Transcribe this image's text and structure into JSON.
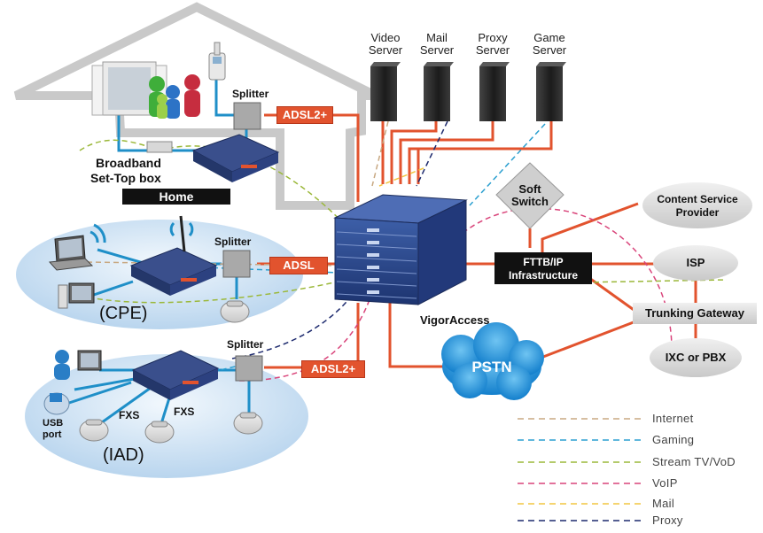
{
  "servers": [
    "Video Server",
    "Mail Server",
    "Proxy Server",
    "Game Server"
  ],
  "home": {
    "label": "Home",
    "settop_line1": "Broadband",
    "settop_line2": "Set-Top box",
    "splitter": "Splitter",
    "link": "ADSL2+"
  },
  "cpe": {
    "label": "(CPE)",
    "splitter": "Splitter",
    "link": "ADSL"
  },
  "iad": {
    "label": "(IAD)",
    "splitter": "Splitter",
    "link": "ADSL2+",
    "usb_line1": "USB",
    "usb_line2": "port",
    "fxs1": "FXS",
    "fxs2": "FXS"
  },
  "core": {
    "vigor": "VigorAccess",
    "soft_line1": "Soft",
    "soft_line2": "Switch",
    "fttb_line1": "FTTB/IP",
    "fttb_line2": "Infrastructure",
    "pstn": "PSTN",
    "csp_line1": "Content Service",
    "csp_line2": "Provider",
    "isp": "ISP",
    "trunk": "Trunking Gateway",
    "ixc": "IXC or PBX"
  },
  "legend": [
    {
      "label": "Internet",
      "color": "#c8a882"
    },
    {
      "label": "Gaming",
      "color": "#2a9fd0"
    },
    {
      "label": "Stream TV/VoD",
      "color": "#9bb83a"
    },
    {
      "label": "VoIP",
      "color": "#d9447a"
    },
    {
      "label": "Mail",
      "color": "#f2c640"
    },
    {
      "label": "Proxy",
      "color": "#1d2a6e"
    }
  ],
  "colors": {
    "link": "#e2532e",
    "cloud": "#1a8fd8",
    "oval": "#d9e9f6",
    "device": "#243a7a"
  }
}
